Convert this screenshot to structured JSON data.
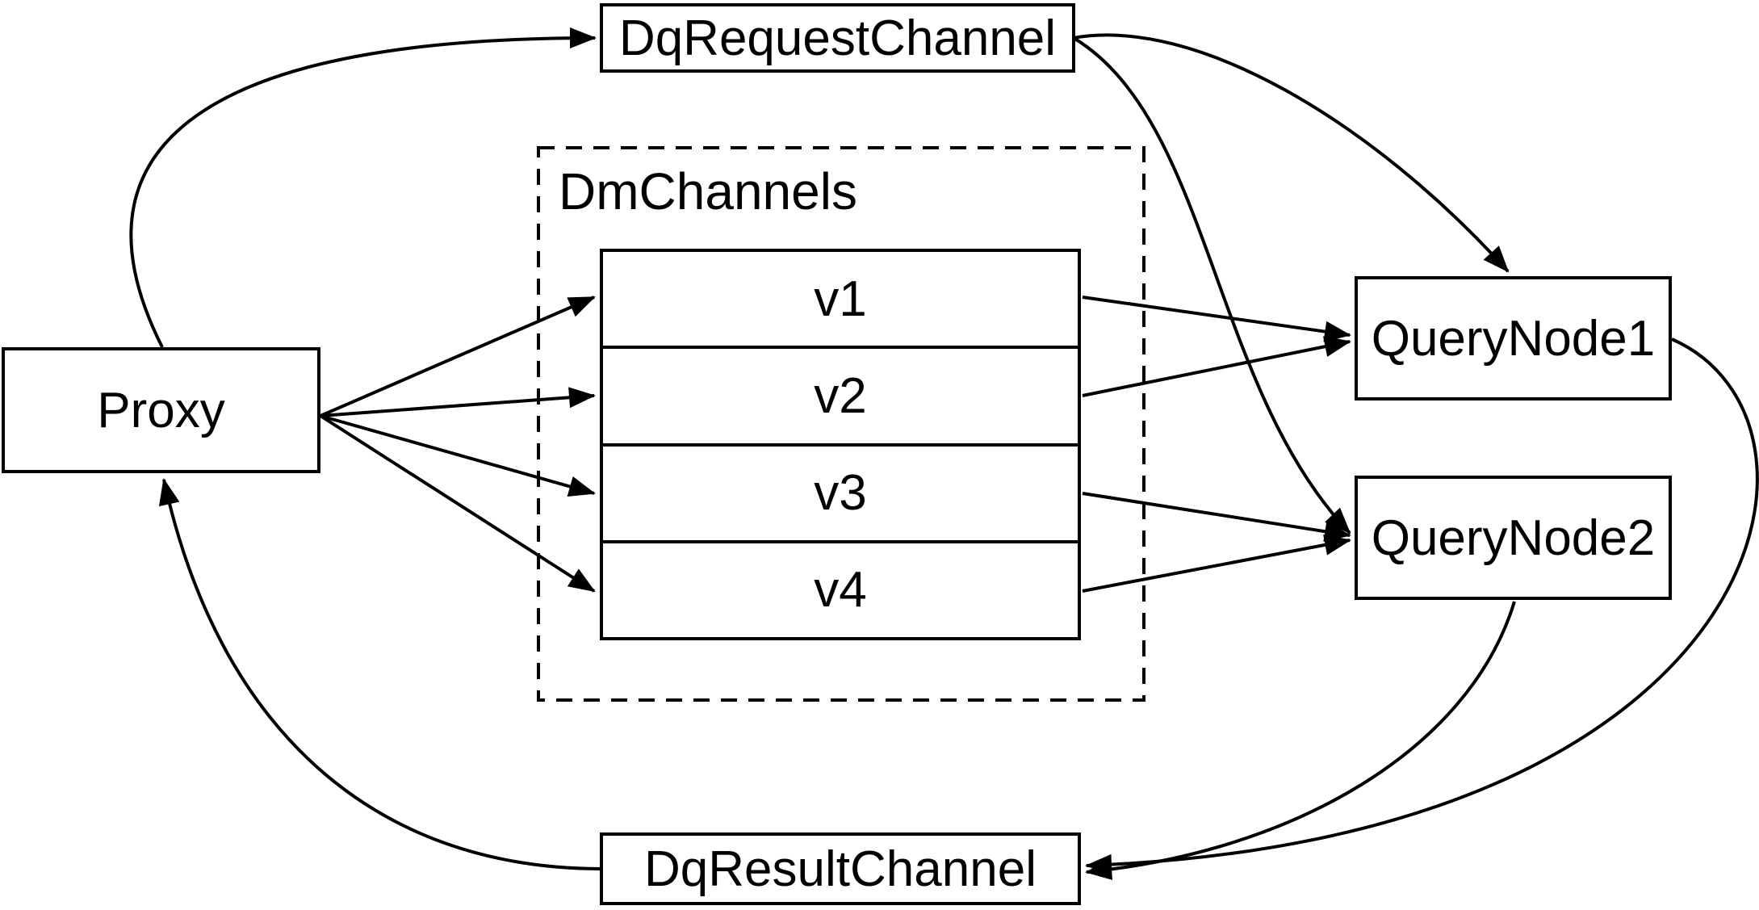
{
  "diagram": {
    "background_color": "#ffffff",
    "stroke_color": "#000000",
    "nodes": {
      "proxy": {
        "label": "Proxy"
      },
      "dq_request_channel": {
        "label": "DqRequestChannel"
      },
      "dm_channels": {
        "label": "DmChannels",
        "rows": [
          "v1",
          "v2",
          "v3",
          "v4"
        ]
      },
      "query_node_1": {
        "label": "QueryNode1"
      },
      "query_node_2": {
        "label": "QueryNode2"
      },
      "dq_result_channel": {
        "label": "DqResultChannel"
      }
    },
    "edges": [
      {
        "from": "Proxy",
        "to": "DqRequestChannel",
        "style": "curved"
      },
      {
        "from": "Proxy",
        "to": "v1",
        "style": "straight"
      },
      {
        "from": "Proxy",
        "to": "v2",
        "style": "straight"
      },
      {
        "from": "Proxy",
        "to": "v3",
        "style": "straight"
      },
      {
        "from": "Proxy",
        "to": "v4",
        "style": "straight"
      },
      {
        "from": "v1",
        "to": "QueryNode1",
        "style": "straight"
      },
      {
        "from": "v2",
        "to": "QueryNode1",
        "style": "straight"
      },
      {
        "from": "v3",
        "to": "QueryNode2",
        "style": "straight"
      },
      {
        "from": "v4",
        "to": "QueryNode2",
        "style": "straight"
      },
      {
        "from": "DqRequestChannel",
        "to": "QueryNode1",
        "style": "curved"
      },
      {
        "from": "DqRequestChannel",
        "to": "QueryNode2",
        "style": "curved"
      },
      {
        "from": "QueryNode1",
        "to": "DqResultChannel",
        "style": "curved"
      },
      {
        "from": "QueryNode2",
        "to": "DqResultChannel",
        "style": "curved"
      },
      {
        "from": "DqResultChannel",
        "to": "Proxy",
        "style": "curved"
      }
    ]
  }
}
